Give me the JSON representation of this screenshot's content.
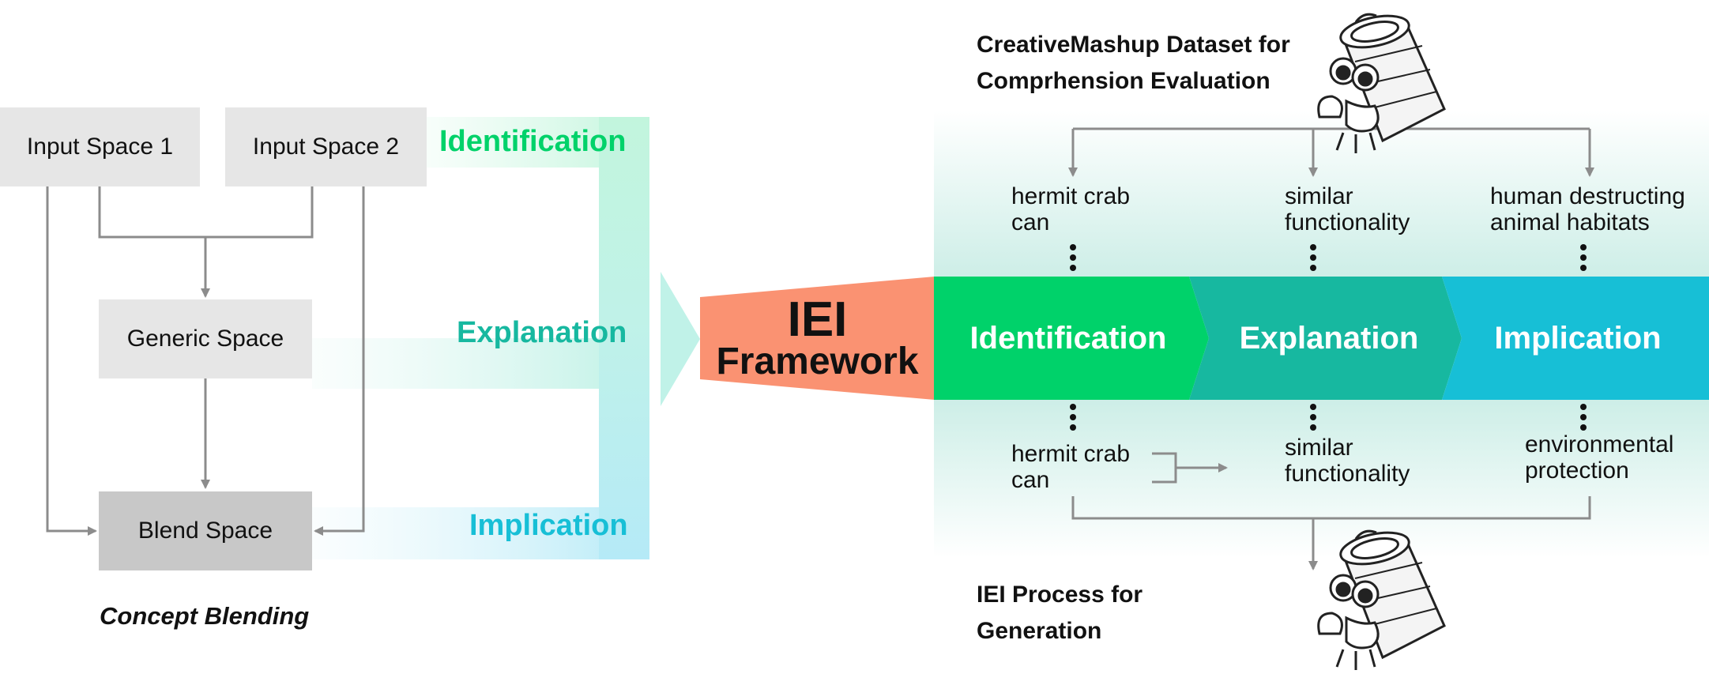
{
  "concept_blending": {
    "input_space_1": "Input Space 1",
    "input_space_2": "Input Space 2",
    "generic_space": "Generic Space",
    "blend_space": "Blend Space",
    "caption": "Concept Blending"
  },
  "flow_labels": {
    "identification": "Identification",
    "explanation": "Explanation",
    "implication": "Implication"
  },
  "framework": {
    "title_line1": "IEI",
    "title_line2": "Framework"
  },
  "stages": [
    "Identification",
    "Explanation",
    "Implication"
  ],
  "comprehension": {
    "title_line1": "CreativeMashup Dataset for",
    "title_line2": "Comprhension Evaluation",
    "items": [
      {
        "line1": "hermit crab",
        "line2": "can"
      },
      {
        "line1": "similar",
        "line2": "functionality"
      },
      {
        "line1": "human destructing",
        "line2": "animal habitats"
      }
    ]
  },
  "generation": {
    "title_line1": "IEI Process for",
    "title_line2": "Generation",
    "items": [
      {
        "line1": "hermit crab",
        "line2": "can"
      },
      {
        "line1": "similar",
        "line2": "functionality"
      },
      {
        "line1": "environmental",
        "line2": "protection"
      }
    ]
  },
  "colors": {
    "identification": "#00D26A",
    "explanation": "#17B8A0",
    "implication": "#17BFD6",
    "framework": "#FA9272",
    "box": "#E6E6E6",
    "blend_box": "#C8C8C8",
    "arrow": "#8C8C8C"
  },
  "icons": [
    "hermit-crab-can-illustration"
  ]
}
